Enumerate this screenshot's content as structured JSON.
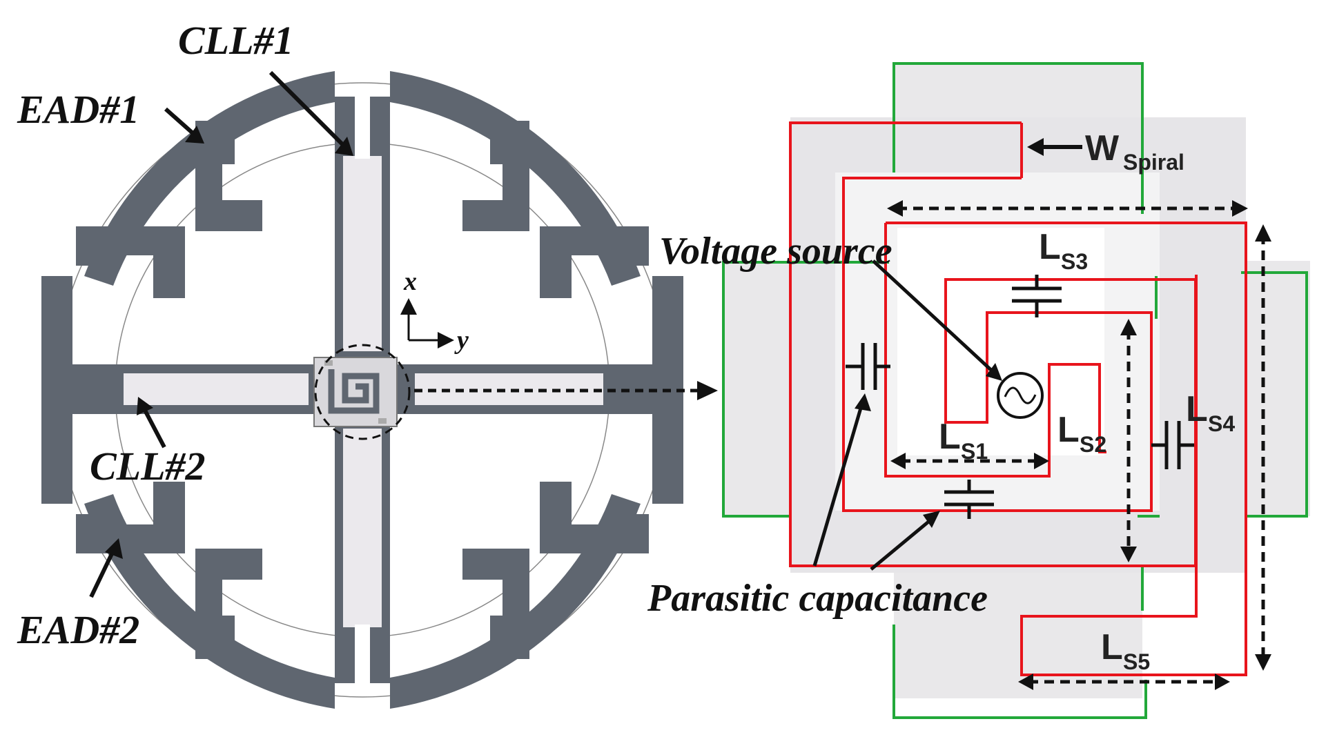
{
  "labels": {
    "cll1": "CLL#1",
    "cll2": "CLL#2",
    "ead1": "EAD#1",
    "ead2": "EAD#2",
    "axis_x": "x",
    "axis_y": "y",
    "voltage_source": "Voltage source",
    "parasitic": "Parasitic capacitance",
    "w_main": "W",
    "w_sub": "Spiral",
    "ls1_main": "L",
    "ls1_sub": "S1",
    "ls2_main": "L",
    "ls2_sub": "S2",
    "ls3_main": "L",
    "ls3_sub": "S3",
    "ls4_main": "L",
    "ls4_sub": "S4",
    "ls5_main": "L",
    "ls5_sub": "S5"
  },
  "colors": {
    "metal": "#5f6670",
    "light_metal": "#e8e6ea",
    "spiral_red": "#e8141c",
    "ground_green": "#22a83a",
    "arrow": "#111111"
  }
}
